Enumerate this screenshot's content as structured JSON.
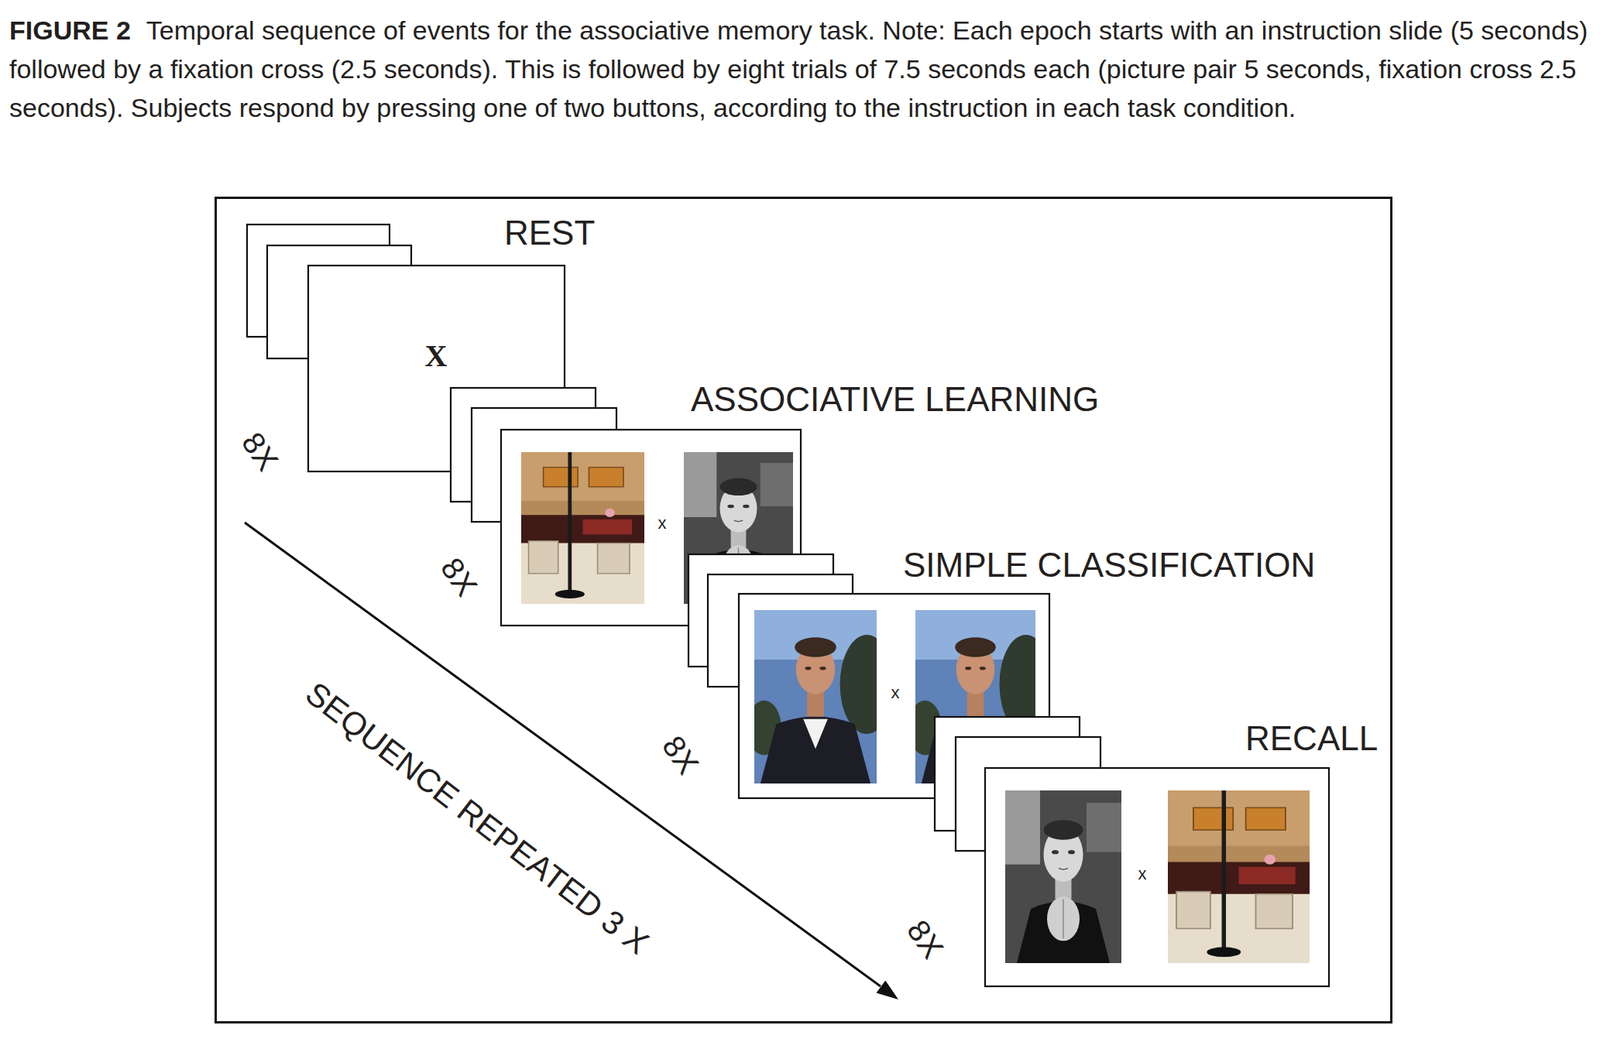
{
  "diagram": {
    "title": "FIGURE 2",
    "caption": "Temporal sequence of events for the associative memory task. Note: Each epoch starts with an instruction slide (5 seconds) followed by a fixation cross (2.5 seconds). This is followed by eight trials of 7.5 seconds each (picture pair 5 seconds, fixation cross 2.5 seconds). Subjects respond by pressing one of two buttons, according to the instruction in each task condition.",
    "nodes": [
      {
        "text": [
          "SEQUENCE REPEATED 3 X"
        ]
      },
      {
        "text": [
          "REST",
          "X"
        ],
        "in": 0
      },
      {
        "text": [
          "ASSOCIATIVE LEARNING",
          "x"
        ],
        "in": 0
      },
      {
        "text": [
          "SIMPLE CLASSIFICATION",
          "x"
        ],
        "in": 0
      },
      {
        "text": [
          "RECALL",
          "x"
        ],
        "in": 0
      }
    ],
    "labels": [
      "8X",
      "8X",
      "8X",
      "8X"
    ]
  }
}
